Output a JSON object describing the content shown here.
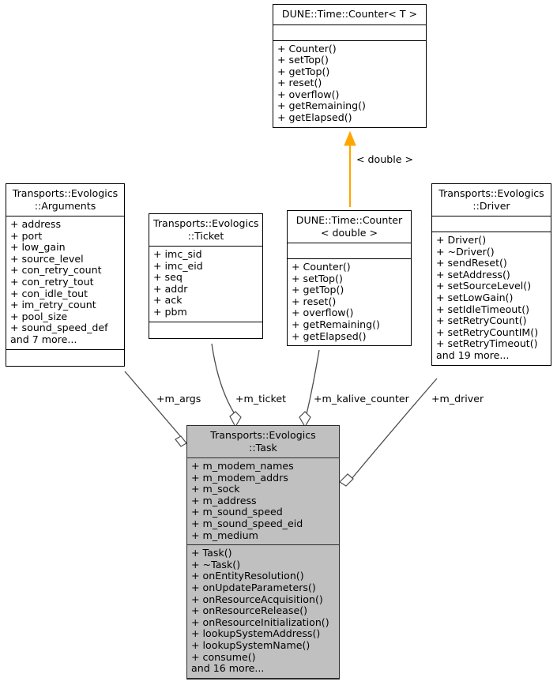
{
  "diagram": {
    "kind": "uml-class-collaboration-diagram",
    "background": "#ffffff",
    "line_color": "#4d4d4d",
    "inherit_arrow_color": "#ffa500",
    "highlight_fill": "#c0c0c0"
  },
  "classes": {
    "counter_t": {
      "title": "DUNE::Time::Counter< T >",
      "attributes": [],
      "methods": [
        "+ Counter()",
        "+ setTop()",
        "+ getTop()",
        "+ reset()",
        "+ overflow()",
        "+ getRemaining()",
        "+ getElapsed()"
      ]
    },
    "counter_double": {
      "title": "DUNE::Time::Counter\n< double >",
      "attributes": [],
      "methods": [
        "+ Counter()",
        "+ setTop()",
        "+ getTop()",
        "+ reset()",
        "+ overflow()",
        "+ getRemaining()",
        "+ getElapsed()"
      ]
    },
    "arguments": {
      "title": "Transports::Evologics\n::Arguments",
      "attributes": [
        "+ address",
        "+ port",
        "+ low_gain",
        "+ source_level",
        "+ con_retry_count",
        "+ con_retry_tout",
        "+ con_idle_tout",
        "+ im_retry_count",
        "+ pool_size",
        "+ sound_speed_def",
        "and 7 more..."
      ],
      "methods": []
    },
    "ticket": {
      "title": "Transports::Evologics\n::Ticket",
      "attributes": [
        "+ imc_sid",
        "+ imc_eid",
        "+ seq",
        "+ addr",
        "+ ack",
        "+ pbm"
      ],
      "methods": []
    },
    "driver": {
      "title": "Transports::Evologics\n::Driver",
      "attributes": [],
      "methods": [
        "+ Driver()",
        "+ ~Driver()",
        "+ sendReset()",
        "+ setAddress()",
        "+ setSourceLevel()",
        "+ setLowGain()",
        "+ setIdleTimeout()",
        "+ setRetryCount()",
        "+ setRetryCountIM()",
        "+ setRetryTimeout()",
        "and 19 more..."
      ]
    },
    "task": {
      "title": "Transports::Evologics\n::Task",
      "attributes": [
        "+ m_modem_names",
        "+ m_modem_addrs",
        "+ m_sock",
        "+ m_address",
        "+ m_sound_speed",
        "+ m_sound_speed_eid",
        "+ m_medium"
      ],
      "methods": [
        "+ Task()",
        "+ ~Task()",
        "+ onEntityResolution()",
        "+ onUpdateParameters()",
        "+ onResourceAcquisition()",
        "+ onResourceRelease()",
        "+ onResourceInitialization()",
        "+ lookupSystemAddress()",
        "+ lookupSystemName()",
        "+ consume()",
        "and 16 more..."
      ]
    }
  },
  "edges": {
    "template_binding": "< double >",
    "m_args": "+m_args",
    "m_ticket": "+m_ticket",
    "m_kalive_counter": "+m_kalive_counter",
    "m_driver": "+m_driver"
  }
}
